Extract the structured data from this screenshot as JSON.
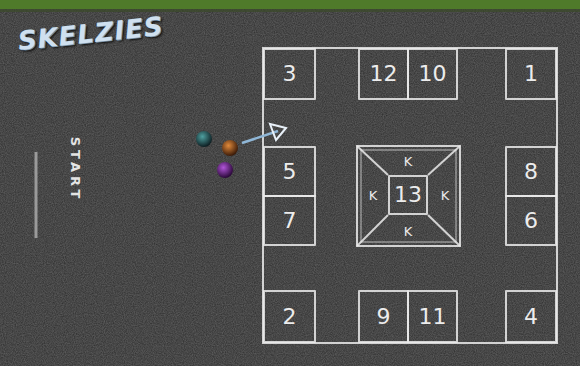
{
  "diagram": {
    "title": "SKELZIES",
    "nodes": [
      {
        "text": [
          "3"
        ]
      },
      {
        "text": [
          "12"
        ]
      },
      {
        "text": [
          "10"
        ]
      },
      {
        "text": [
          "1"
        ]
      },
      {
        "text": [
          "5"
        ]
      },
      {
        "text": [
          "K"
        ]
      },
      {
        "text": [
          "8"
        ]
      },
      {
        "text": [
          "K"
        ]
      },
      {
        "text": [
          "13"
        ]
      },
      {
        "text": [
          "K"
        ]
      },
      {
        "text": [
          "7"
        ]
      },
      {
        "text": [
          "K"
        ]
      },
      {
        "text": [
          "6"
        ]
      },
      {
        "text": [
          "2"
        ]
      },
      {
        "text": [
          "9"
        ]
      },
      {
        "text": [
          "11"
        ]
      },
      {
        "text": [
          "4"
        ]
      }
    ],
    "labels": [
      "START"
    ]
  }
}
